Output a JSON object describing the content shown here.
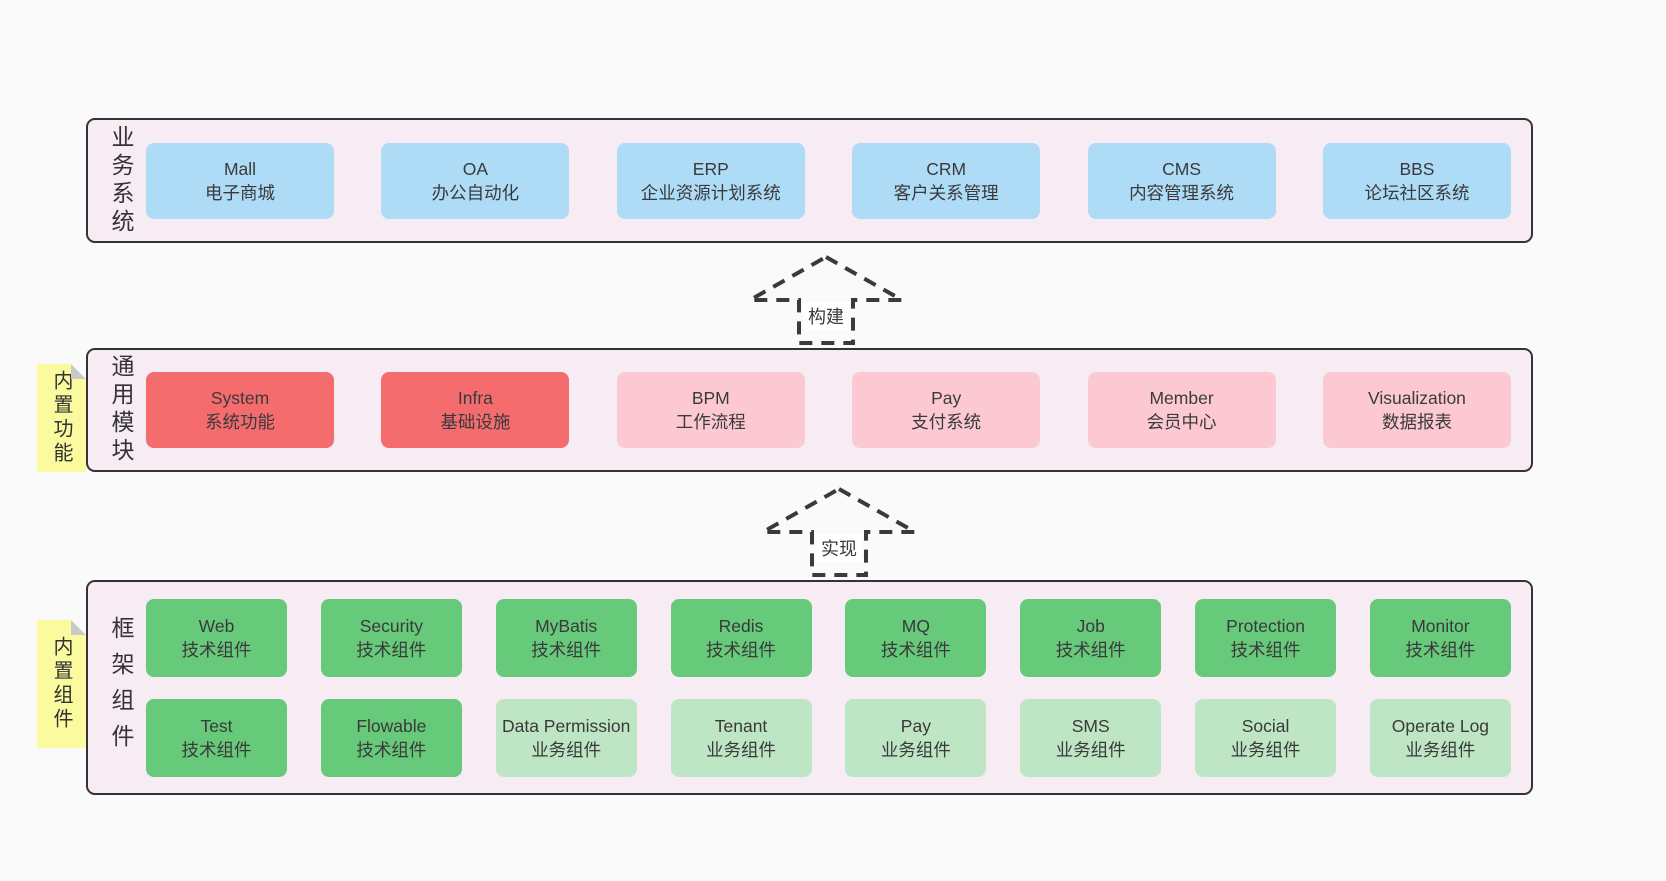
{
  "colors": {
    "background": "#fafafa",
    "container_bg": "#f8ecf4",
    "container_border": "#333333",
    "blue": "#aedcf7",
    "red": "#f56c6e",
    "pink": "#fcc9d3",
    "green": "#67c97a",
    "light_green": "#bee6c4",
    "note_yellow": "#fbfa9e",
    "note_fold": "#c9c9c9",
    "arrow": "#3a3a3a",
    "text": "#333333"
  },
  "layers": [
    {
      "id": "business",
      "label": "业务系统",
      "note": null,
      "rows": [
        [
          {
            "en": "Mall",
            "zh": "电子商城",
            "type": "blue"
          },
          {
            "en": "OA",
            "zh": "办公自动化",
            "type": "blue"
          },
          {
            "en": "ERP",
            "zh": "企业资源计划系统",
            "type": "blue"
          },
          {
            "en": "CRM",
            "zh": "客户关系管理",
            "type": "blue"
          },
          {
            "en": "CMS",
            "zh": "内容管理系统",
            "type": "blue"
          },
          {
            "en": "BBS",
            "zh": "论坛社区系统",
            "type": "blue"
          }
        ]
      ]
    },
    {
      "id": "modules",
      "label": "通用模块",
      "note": "内置功能",
      "rows": [
        [
          {
            "en": "System",
            "zh": "系统功能",
            "type": "red"
          },
          {
            "en": "Infra",
            "zh": "基础设施",
            "type": "red"
          },
          {
            "en": "BPM",
            "zh": "工作流程",
            "type": "pink"
          },
          {
            "en": "Pay",
            "zh": "支付系统",
            "type": "pink"
          },
          {
            "en": "Member",
            "zh": "会员中心",
            "type": "pink"
          },
          {
            "en": "Visualization",
            "zh": "数据报表",
            "type": "pink"
          }
        ]
      ]
    },
    {
      "id": "components",
      "label": "框架组件",
      "note": "内置组件",
      "rows": [
        [
          {
            "en": "Web",
            "zh": "技术组件",
            "type": "green"
          },
          {
            "en": "Security",
            "zh": "技术组件",
            "type": "green"
          },
          {
            "en": "MyBatis",
            "zh": "技术组件",
            "type": "green"
          },
          {
            "en": "Redis",
            "zh": "技术组件",
            "type": "green"
          },
          {
            "en": "MQ",
            "zh": "技术组件",
            "type": "green"
          },
          {
            "en": "Job",
            "zh": "技术组件",
            "type": "green"
          },
          {
            "en": "Protection",
            "zh": "技术组件",
            "type": "green"
          },
          {
            "en": "Monitor",
            "zh": "技术组件",
            "type": "green"
          }
        ],
        [
          {
            "en": "Test",
            "zh": "技术组件",
            "type": "green"
          },
          {
            "en": "Flowable",
            "zh": "技术组件",
            "type": "green"
          },
          {
            "en": "Data Permission",
            "zh": "业务组件",
            "type": "lightgreen"
          },
          {
            "en": "Tenant",
            "zh": "业务组件",
            "type": "lightgreen"
          },
          {
            "en": "Pay",
            "zh": "业务组件",
            "type": "lightgreen"
          },
          {
            "en": "SMS",
            "zh": "业务组件",
            "type": "lightgreen"
          },
          {
            "en": "Social",
            "zh": "业务组件",
            "type": "lightgreen"
          },
          {
            "en": "Operate Log",
            "zh": "业务组件",
            "type": "lightgreen"
          }
        ]
      ]
    }
  ],
  "arrows": [
    {
      "label": "构建"
    },
    {
      "label": "实现"
    }
  ]
}
